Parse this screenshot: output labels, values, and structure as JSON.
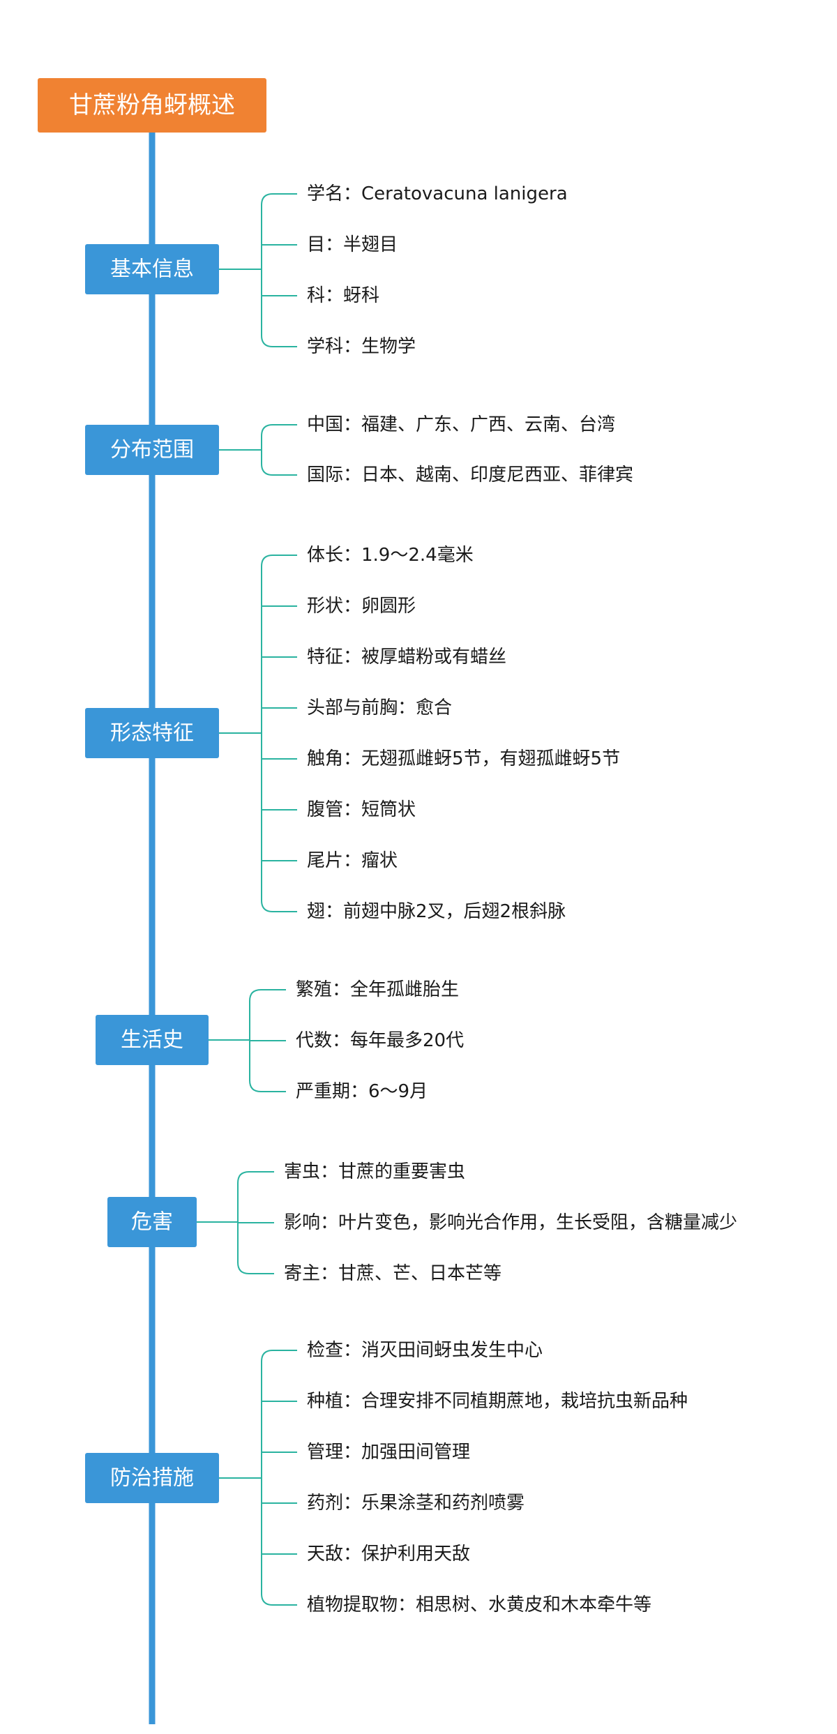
{
  "title": "甘蔗粉角蚜概述",
  "colors": {
    "title_bg": "#f08232",
    "category_bg": "#3a96d8",
    "spine": "#3a96d8",
    "connector": "#2ab3a0",
    "leaf_text": "#1a1a1a"
  },
  "categories": [
    {
      "label": "基本信息",
      "items": [
        "学名：Ceratovacuna lanigera",
        "目：半翅目",
        "科：蚜科",
        "学科：生物学"
      ]
    },
    {
      "label": "分布范围",
      "items": [
        "中国：福建、广东、广西、云南、台湾",
        "国际：日本、越南、印度尼西亚、菲律宾"
      ]
    },
    {
      "label": "形态特征",
      "items": [
        "体长：1.9～2.4毫米",
        "形状：卵圆形",
        "特征：被厚蜡粉或有蜡丝",
        "头部与前胸：愈合",
        "触角：无翅孤雌蚜5节，有翅孤雌蚜5节",
        "腹管：短筒状",
        "尾片：瘤状",
        "翅：前翅中脉2叉，后翅2根斜脉"
      ]
    },
    {
      "label": "生活史",
      "items": [
        "繁殖：全年孤雌胎生",
        "代数：每年最多20代",
        "严重期：6～9月"
      ]
    },
    {
      "label": "危害",
      "items": [
        "害虫：甘蔗的重要害虫",
        "影响：叶片变色，影响光合作用，生长受阻，含糖量减少",
        "寄主：甘蔗、芒、日本芒等"
      ]
    },
    {
      "label": "防治措施",
      "items": [
        "检查：消灭田间蚜虫发生中心",
        "种植：合理安排不同植期蔗地，栽培抗虫新品种",
        "管理：加强田间管理",
        "药剂：乐果涂茎和药剂喷雾",
        "天敌：保护利用天敌",
        "植物提取物：相思树、水黄皮和木本牵牛等"
      ]
    }
  ]
}
